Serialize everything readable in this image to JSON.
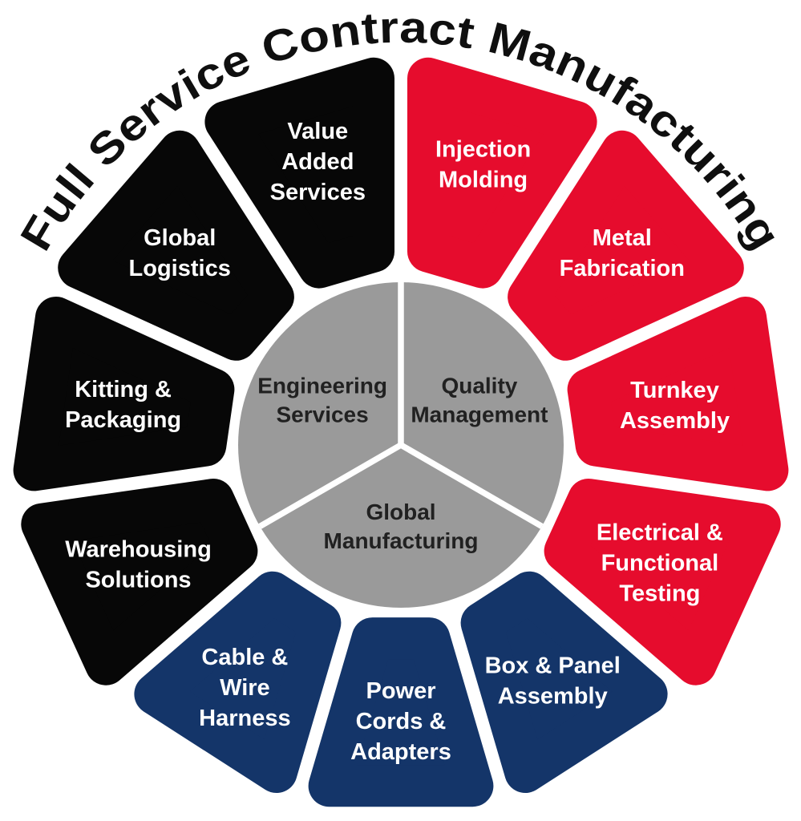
{
  "title": "Full Service Contract Manufacturing",
  "palette": {
    "red": "#e60c2d",
    "navy": "#143569",
    "black": "#070707",
    "hub_gray": "#9a9a9a",
    "background": "#ffffff",
    "segment_text": "#ffffff",
    "hub_text": "#212121",
    "title_text": "#0f0f0f",
    "divider_white": "#ffffff"
  },
  "hub": {
    "sections": [
      {
        "label": "Engineering Services",
        "lines": [
          "Engineering",
          "Services"
        ]
      },
      {
        "label": "Quality Management",
        "lines": [
          "Quality",
          "Management"
        ]
      },
      {
        "label": "Global Manufacturing",
        "lines": [
          "Global",
          "Manufacturing"
        ]
      }
    ]
  },
  "segments": [
    {
      "label": "Injection Molding",
      "lines": [
        "Injection",
        "Molding"
      ],
      "color_key": "red"
    },
    {
      "label": "Metal Fabrication",
      "lines": [
        "Metal",
        "Fabrication"
      ],
      "color_key": "red"
    },
    {
      "label": "Turnkey Assembly",
      "lines": [
        "Turnkey",
        "Assembly"
      ],
      "color_key": "red"
    },
    {
      "label": "Electrical & Functional Testing",
      "lines": [
        "Electrical &",
        "Functional",
        "Testing"
      ],
      "color_key": "red"
    },
    {
      "label": "Box & Panel Assembly",
      "lines": [
        "Box & Panel",
        "Assembly"
      ],
      "color_key": "navy"
    },
    {
      "label": "Power Cords & Adapters",
      "lines": [
        "Power",
        "Cords &",
        "Adapters"
      ],
      "color_key": "navy"
    },
    {
      "label": "Cable & Wire Harness",
      "lines": [
        "Cable &",
        "Wire",
        "Harness"
      ],
      "color_key": "navy"
    },
    {
      "label": "Warehousing Solutions",
      "lines": [
        "Warehousing",
        "Solutions"
      ],
      "color_key": "black"
    },
    {
      "label": "Kitting & Packaging",
      "lines": [
        "Kitting &",
        "Packaging"
      ],
      "color_key": "black"
    },
    {
      "label": "Global Logistics",
      "lines": [
        "Global",
        "Logistics"
      ],
      "color_key": "black"
    },
    {
      "label": "Value Added Services",
      "lines": [
        "Value",
        "Added",
        "Services"
      ],
      "color_key": "black"
    }
  ]
}
